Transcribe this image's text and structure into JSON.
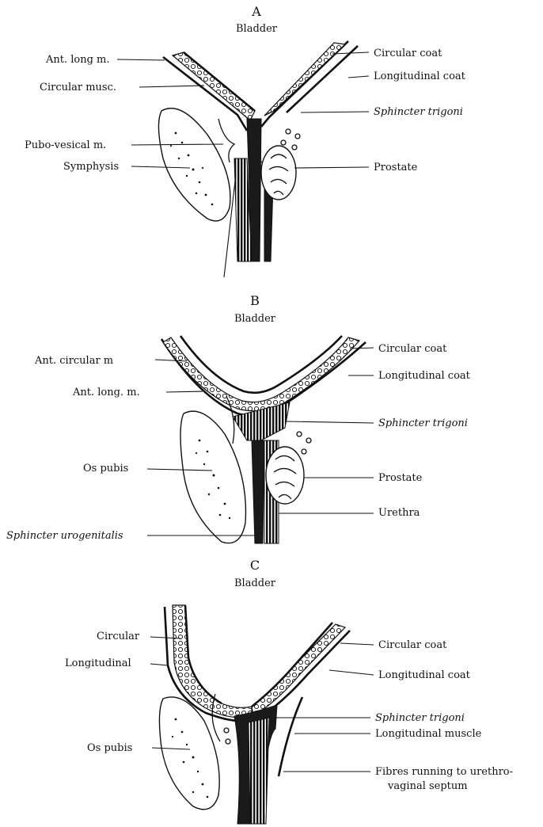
{
  "panels": [
    {
      "letter": "A",
      "heading": "Bladder",
      "labels_left": [
        "Ant. long m.",
        "Circular musc.",
        "Pubo-vesical m.",
        "Symphysis"
      ],
      "labels_right": [
        "Circular coat",
        "Longitudinal coat",
        "Sphincter trigoni",
        "Prostate"
      ]
    },
    {
      "letter": "B",
      "heading": "Bladder",
      "labels_left": [
        "Ant. circular  m",
        "Ant. long. m.",
        "Os pubis",
        "Sphincter urogenitalis"
      ],
      "labels_right": [
        "Circular coat",
        "Longitudinal coat",
        "Sphincter trigoni",
        "Prostate",
        "Urethra"
      ]
    },
    {
      "letter": "C",
      "heading": "Bladder",
      "labels_left": [
        "Circular",
        "Longitudinal",
        "Os pubis"
      ],
      "labels_right": [
        "Circular coat",
        "Longitudinal coat",
        "Sphincter trigoni",
        "Longitudinal muscle",
        "Fibres running to urethro-",
        "vaginal septum"
      ]
    }
  ]
}
